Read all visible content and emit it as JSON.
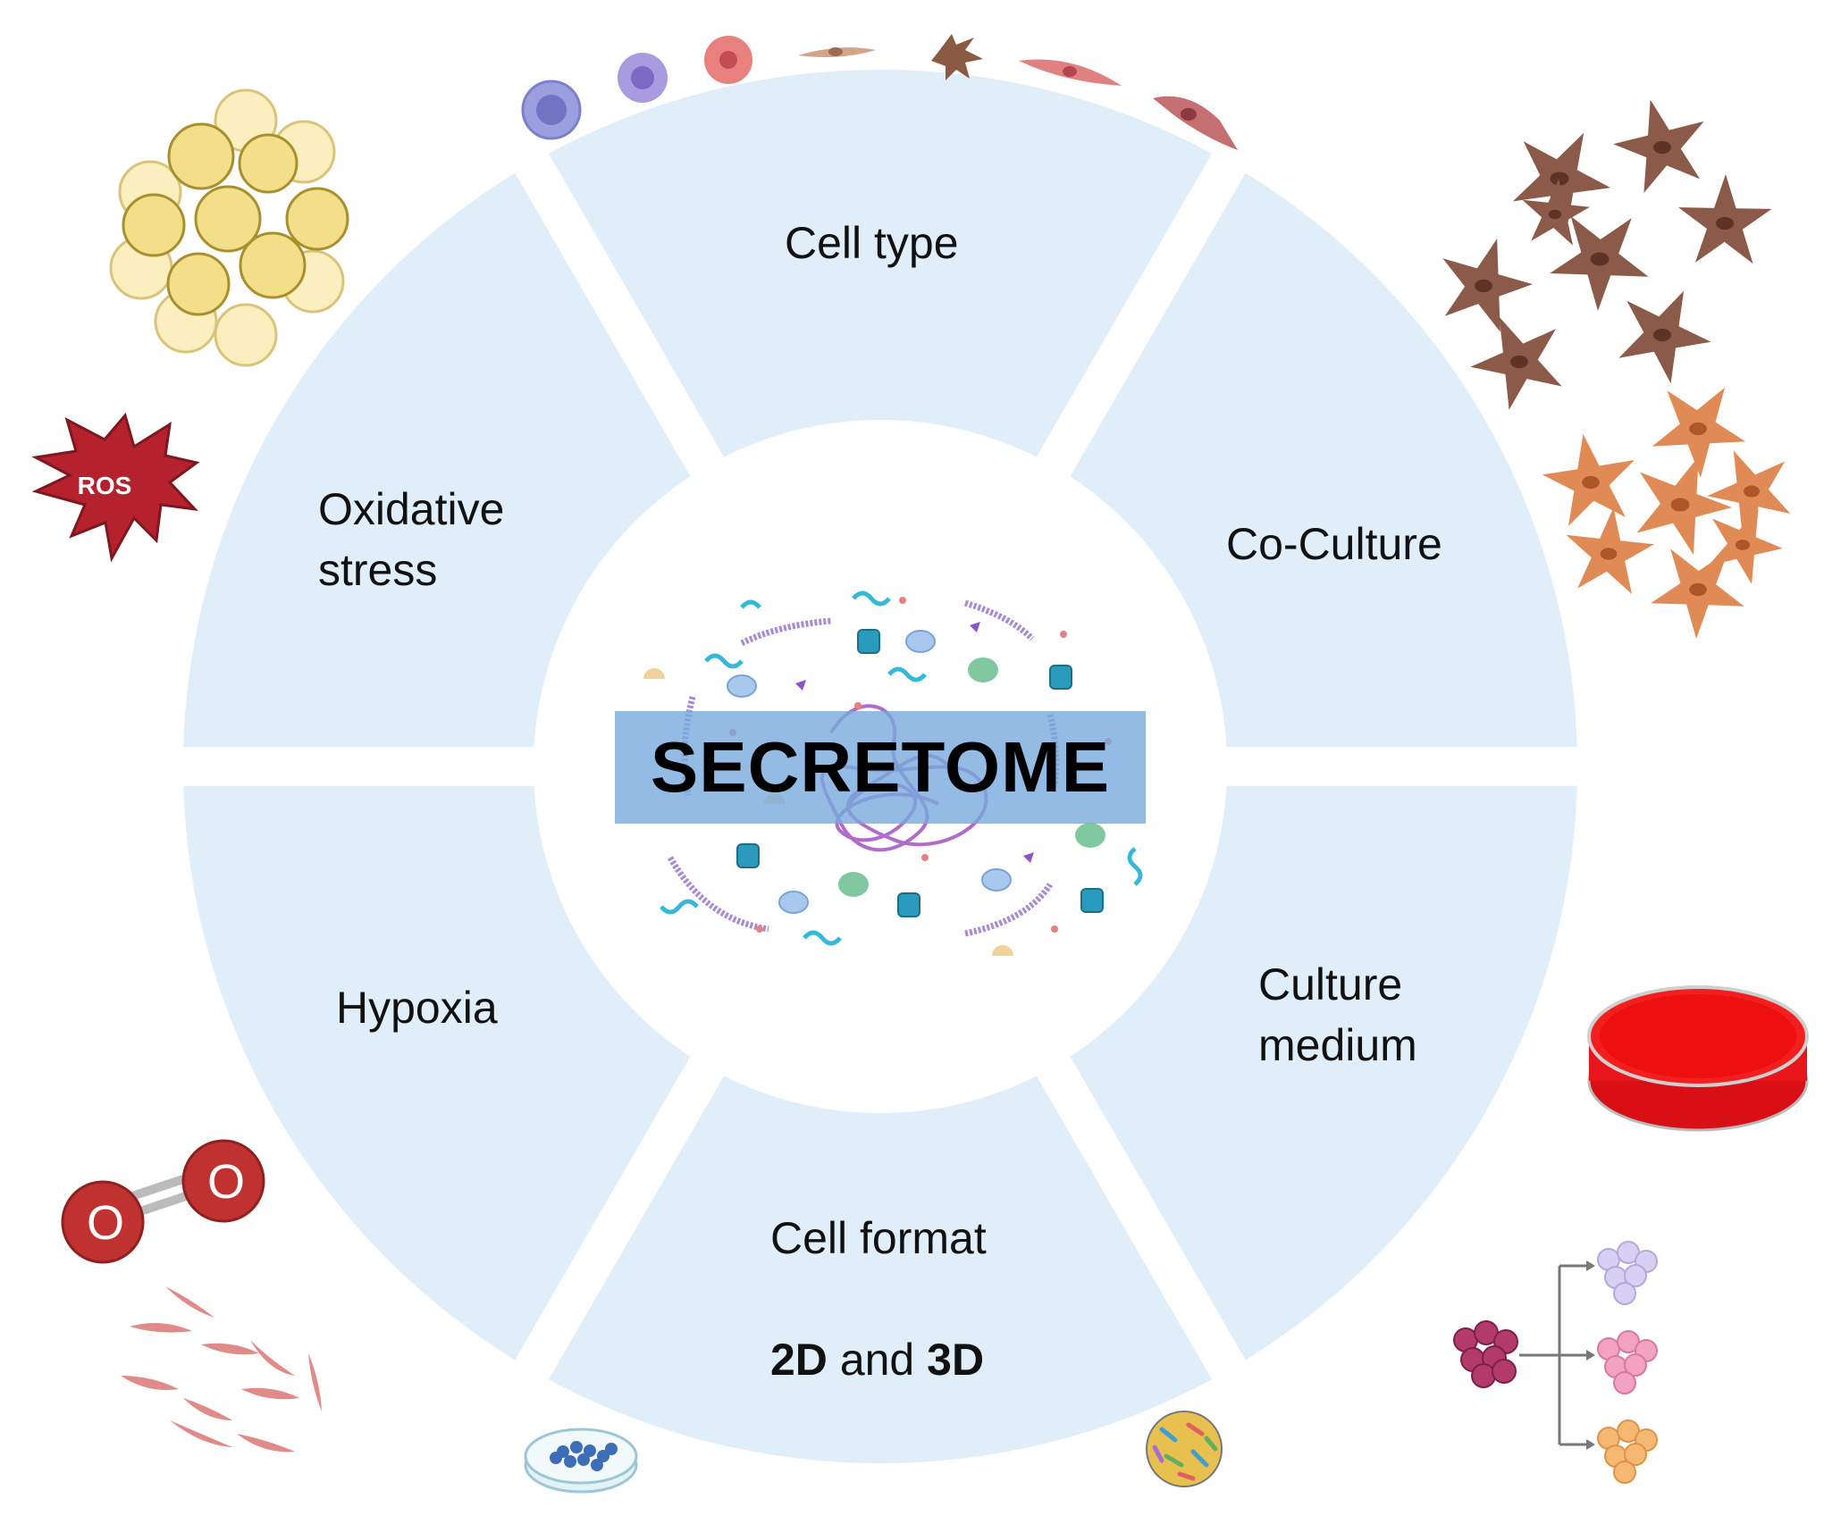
{
  "center": {
    "title": "SECRETOME"
  },
  "segments": [
    {
      "name": "cell-type",
      "lines": [
        "Cell type"
      ]
    },
    {
      "name": "co-culture",
      "lines": [
        "Co-Culture"
      ]
    },
    {
      "name": "culture-medium",
      "lines": [
        "Culture",
        "medium"
      ]
    },
    {
      "name": "cell-format",
      "title": "Cell format",
      "format": {
        "a": "2D",
        "joiner": " and ",
        "b": "3D"
      }
    },
    {
      "name": "hypoxia",
      "lines": [
        "Hypoxia"
      ]
    },
    {
      "name": "oxidative-stress",
      "lines": [
        "Oxidative",
        "stress"
      ]
    }
  ],
  "icons": {
    "ros_label": "ROS",
    "oxygen_atom_label": "O"
  },
  "colors": {
    "segment_fill": "#e0eefa",
    "center_fill": "#ffffff",
    "title_band": "#78aadc",
    "ros_star": "#b5222e",
    "oxygen_atom": "#c0322f",
    "culture_medium_red": "#e8151a"
  }
}
